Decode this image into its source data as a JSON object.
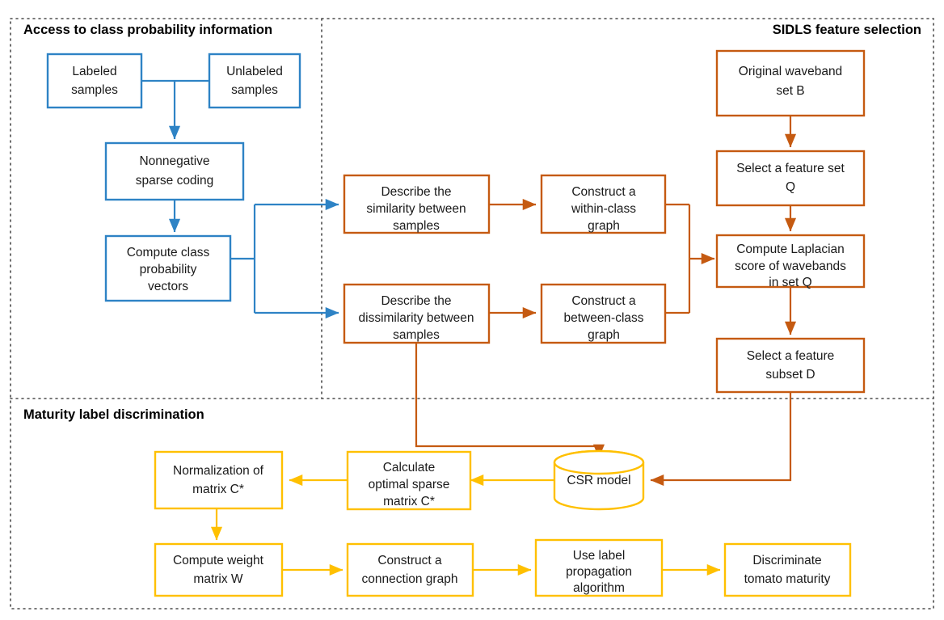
{
  "diagram": {
    "title": "SIDLS tomato maturity discrimination flowchart",
    "colors": {
      "blue": "#2E83C5",
      "orange": "#C55A11",
      "yellow": "#FFC000",
      "text": "#1a1a1a",
      "divider": "#4d4d4d",
      "background": "#ffffff"
    },
    "sections": [
      {
        "id": "access",
        "title": "Access to class probability information",
        "accent": "#2E83C5"
      },
      {
        "id": "sidls",
        "title": "SIDLS feature selection",
        "accent": "#C55A11"
      },
      {
        "id": "maturity",
        "title": "Maturity label discrimination",
        "accent": "#FFC000"
      }
    ],
    "nodes": [
      {
        "id": "labeled",
        "section": "access",
        "shape": "rect",
        "color": "blue",
        "lines": [
          "Labeled",
          "samples"
        ]
      },
      {
        "id": "unlabeled",
        "section": "access",
        "shape": "rect",
        "color": "blue",
        "lines": [
          "Unlabeled",
          "samples"
        ]
      },
      {
        "id": "nsc",
        "section": "access",
        "shape": "rect",
        "color": "blue",
        "lines": [
          "Nonnegative",
          "sparse coding"
        ]
      },
      {
        "id": "cpv",
        "section": "access",
        "shape": "rect",
        "color": "blue",
        "lines": [
          "Compute class",
          "probability",
          "vectors"
        ]
      },
      {
        "id": "similarity",
        "section": "sidls",
        "shape": "rect",
        "color": "orange",
        "lines": [
          "Describe the",
          "similarity between",
          "samples"
        ]
      },
      {
        "id": "dissimilarity",
        "section": "sidls",
        "shape": "rect",
        "color": "orange",
        "lines": [
          "Describe the",
          "dissimilarity between",
          "samples"
        ]
      },
      {
        "id": "within",
        "section": "sidls",
        "shape": "rect",
        "color": "orange",
        "lines": [
          "Construct a",
          "within-class",
          "graph"
        ]
      },
      {
        "id": "between",
        "section": "sidls",
        "shape": "rect",
        "color": "orange",
        "lines": [
          "Construct a",
          "between-class",
          "graph"
        ]
      },
      {
        "id": "waveband",
        "section": "sidls",
        "shape": "rect",
        "color": "orange",
        "lines": [
          "Original waveband",
          "set B"
        ]
      },
      {
        "id": "featureset",
        "section": "sidls",
        "shape": "rect",
        "color": "orange",
        "lines": [
          "Select a feature set",
          "Q"
        ]
      },
      {
        "id": "laplacian",
        "section": "sidls",
        "shape": "rect",
        "color": "orange",
        "lines": [
          "Compute Laplacian",
          "score of wavebands",
          "in set Q"
        ]
      },
      {
        "id": "subset",
        "section": "sidls",
        "shape": "rect",
        "color": "orange",
        "lines": [
          "Select a feature",
          "subset D"
        ]
      },
      {
        "id": "csr",
        "section": "maturity",
        "shape": "cylinder",
        "color": "yellow",
        "lines": [
          "CSR model"
        ]
      },
      {
        "id": "optimal",
        "section": "maturity",
        "shape": "rect",
        "color": "yellow",
        "lines": [
          "Calculate",
          "optimal sparse",
          "matrix C*"
        ]
      },
      {
        "id": "normalize",
        "section": "maturity",
        "shape": "rect",
        "color": "yellow",
        "lines": [
          "Normalization of",
          "matrix C*"
        ]
      },
      {
        "id": "weight",
        "section": "maturity",
        "shape": "rect",
        "color": "yellow",
        "lines": [
          "Compute  weight",
          "matrix W"
        ]
      },
      {
        "id": "connection",
        "section": "maturity",
        "shape": "rect",
        "color": "yellow",
        "lines": [
          "Construct a",
          "connection graph"
        ]
      },
      {
        "id": "labelprop",
        "section": "maturity",
        "shape": "rect",
        "color": "yellow",
        "lines": [
          "Use label",
          "propagation",
          "algorithm"
        ]
      },
      {
        "id": "discriminate",
        "section": "maturity",
        "shape": "rect",
        "color": "yellow",
        "lines": [
          "Discriminate",
          "tomato maturity"
        ]
      }
    ],
    "edges": [
      {
        "from": "labeled",
        "to": "nsc",
        "color": "blue"
      },
      {
        "from": "unlabeled",
        "to": "nsc",
        "color": "blue"
      },
      {
        "from": "nsc",
        "to": "cpv",
        "color": "blue"
      },
      {
        "from": "cpv",
        "to": "similarity",
        "color": "blue"
      },
      {
        "from": "cpv",
        "to": "dissimilarity",
        "color": "blue"
      },
      {
        "from": "similarity",
        "to": "within",
        "color": "orange"
      },
      {
        "from": "dissimilarity",
        "to": "between",
        "color": "orange"
      },
      {
        "from": "within",
        "to": "laplacian",
        "color": "orange"
      },
      {
        "from": "between",
        "to": "laplacian",
        "color": "orange"
      },
      {
        "from": "waveband",
        "to": "featureset",
        "color": "orange"
      },
      {
        "from": "featureset",
        "to": "laplacian",
        "color": "orange"
      },
      {
        "from": "laplacian",
        "to": "subset",
        "color": "orange"
      },
      {
        "from": "subset",
        "to": "csr",
        "color": "orange"
      },
      {
        "from": "dissimilarity",
        "to": "csr",
        "color": "orange"
      },
      {
        "from": "csr",
        "to": "optimal",
        "color": "yellow"
      },
      {
        "from": "optimal",
        "to": "normalize",
        "color": "yellow"
      },
      {
        "from": "normalize",
        "to": "weight",
        "color": "yellow"
      },
      {
        "from": "weight",
        "to": "connection",
        "color": "yellow"
      },
      {
        "from": "connection",
        "to": "labelprop",
        "color": "yellow"
      },
      {
        "from": "labelprop",
        "to": "discriminate",
        "color": "yellow"
      }
    ]
  }
}
